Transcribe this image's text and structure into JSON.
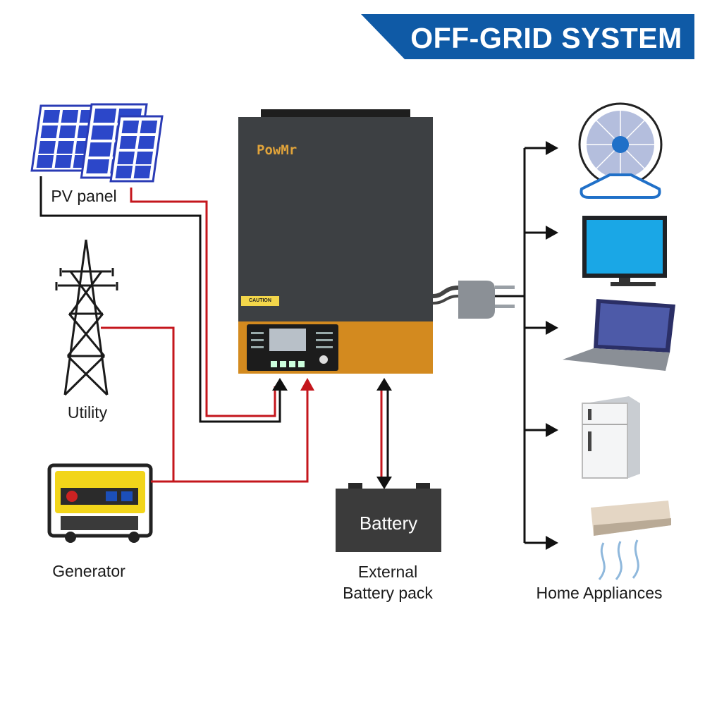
{
  "banner": {
    "title": "OFF-GRID SYSTEM",
    "color": "#0f5aa6"
  },
  "inverter": {
    "brand": "PowMr",
    "caution_label": "CAUTION",
    "body_color": "#3d4043",
    "panel_color": "#d38a1f"
  },
  "sources": {
    "pv_panel": {
      "label": "PV panel"
    },
    "utility": {
      "label": "Utility"
    },
    "generator": {
      "label": "Generator"
    }
  },
  "battery": {
    "box_label": "Battery",
    "caption_line1": "External",
    "caption_line2": "Battery pack"
  },
  "appliances": {
    "label": "Home Appliances",
    "items": [
      "fan",
      "tv",
      "laptop",
      "refrigerator",
      "air-conditioner"
    ]
  },
  "wire_colors": {
    "positive": "#c4161c",
    "negative": "#111111"
  }
}
